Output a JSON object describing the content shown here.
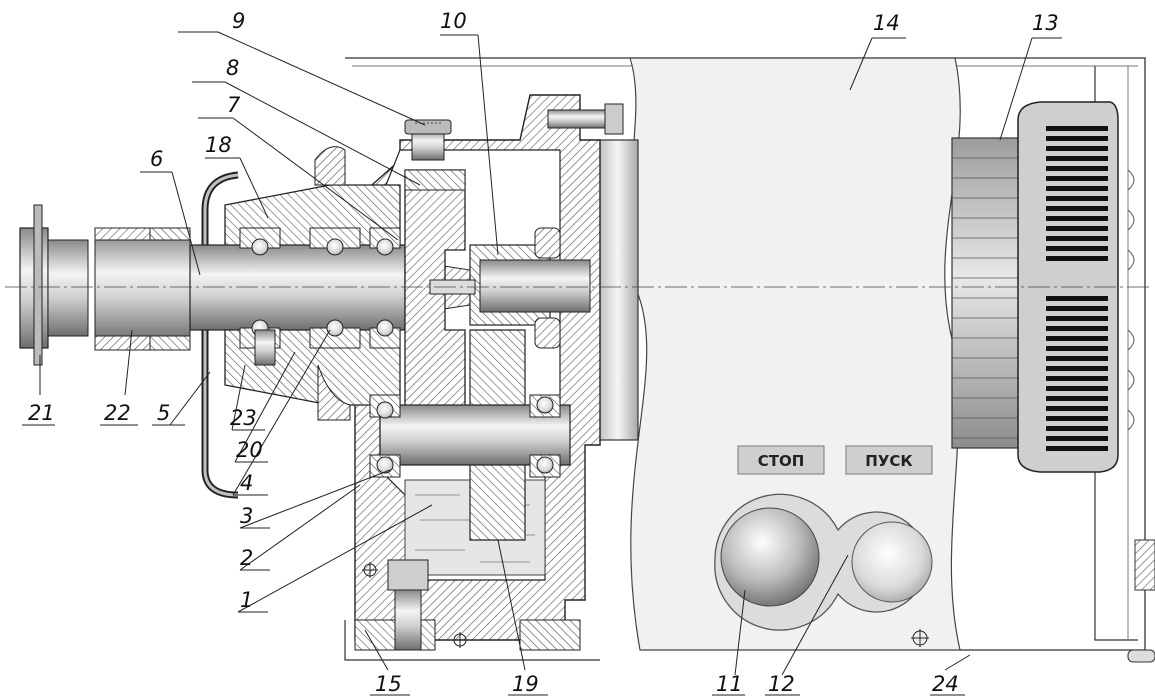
{
  "diagram": {
    "buttons": {
      "stop_label": "СТОП",
      "start_label": "ПУСК"
    },
    "callouts": [
      "1",
      "2",
      "3",
      "4",
      "5",
      "6",
      "7",
      "8",
      "9",
      "10",
      "11",
      "12",
      "13",
      "14",
      "15",
      "18",
      "19",
      "20",
      "21",
      "22",
      "23",
      "24"
    ],
    "colors": {
      "line": "#222222",
      "hatch": "#555555",
      "metal_light": "#efefef",
      "metal_dark": "#9a9a9a",
      "oil": "#e2e2e2"
    }
  }
}
